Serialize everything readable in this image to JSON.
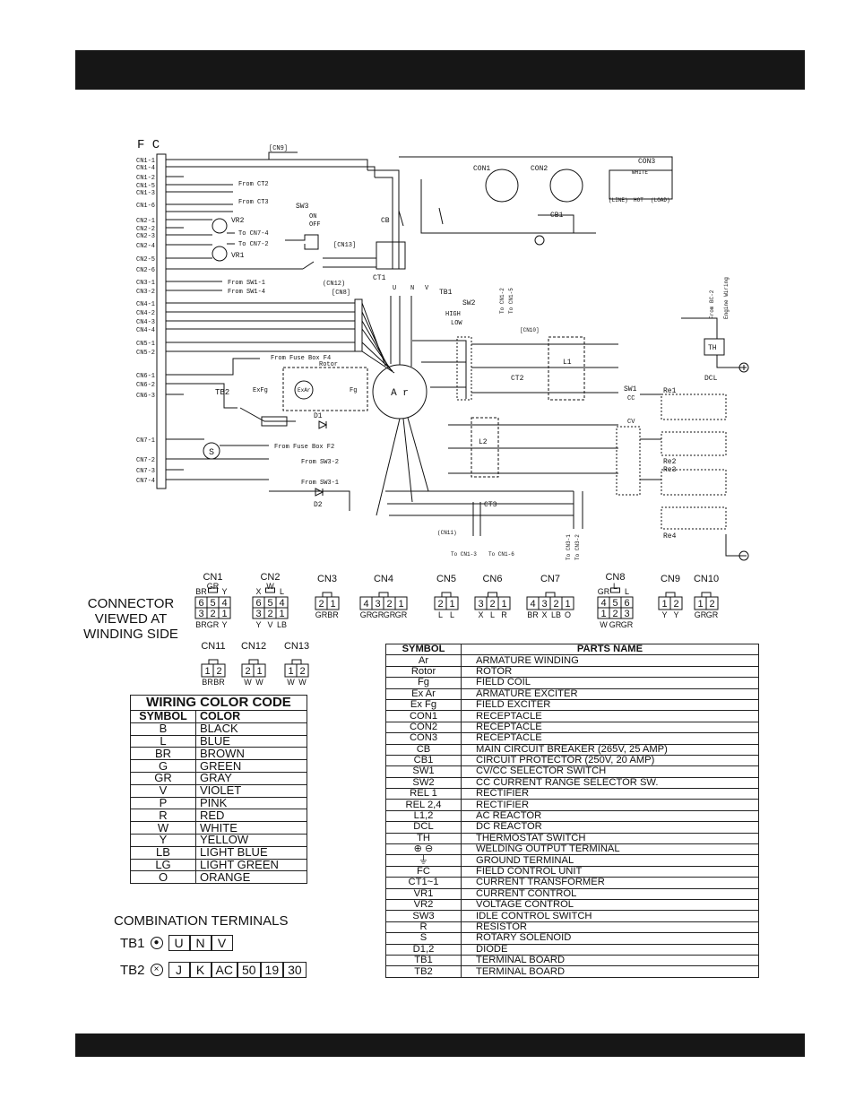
{
  "diagram": {
    "fc_label": "F C",
    "cn_left": [
      "CN1-1",
      "CN1-4",
      "CN1-2",
      "CN1-5",
      "CN1-3",
      "CN1-6",
      "CN2-1",
      "CN2-2",
      "CN2-3",
      "CN2-4",
      "CN2-5",
      "CN2-6",
      "CN3-1",
      "CN3-2",
      "CN4-1",
      "CN4-2",
      "CN4-3",
      "CN4-4",
      "CN5-1",
      "CN5-2",
      "CN6-1",
      "CN6-2",
      "CN6-3",
      "CN7-1",
      "CN7-2",
      "CN7-3",
      "CN7-4"
    ],
    "labels": {
      "cn9": "[CN9]",
      "from_ct2": "From CT2",
      "from_ct3": "From CT3",
      "vr2": "VR2",
      "vr1": "VR1",
      "to_cn7_4": "To CN7-4",
      "to_cn7_2": "To CN7-2",
      "sw3": "SW3",
      "on": "ON",
      "off": "OFF",
      "cn13": "[CN13]",
      "cn12": "(CN12)",
      "cn8": "[CN8]",
      "ct1": "CT1",
      "from_sw1_1": "From SW1-1",
      "from_sw1_4": "From SW1-4",
      "from_fuse_f4": "From Fuse Box F4",
      "rotor": "Rotor",
      "tb2": "TB2",
      "exfg": "ExFg",
      "exar": "ExAr",
      "fg": "Fg",
      "ar": "A r",
      "from_fuse_f2": "From Fuse Box F2",
      "from_sw3_2": "From SW3-2",
      "from_sw3_1": "From SW3-1",
      "d1": "D1",
      "d2": "D2",
      "con1": "CON1",
      "con2": "CON2",
      "con3": "CON3",
      "white": "WHITE",
      "line": "(LINE)",
      "hot": "HOT",
      "load": "(LOAD)",
      "cb": "CB",
      "cb1": "CB1",
      "tb1": "TB1",
      "sw2": "SW2",
      "high": "HIGH",
      "low": "LOW",
      "cn10": "[CN10]",
      "ct2": "CT2",
      "l1": "L1",
      "l2": "L2",
      "ct3": "CT3",
      "cn11": "(CN11)",
      "sw1": "SW1",
      "cc": "CC",
      "cv": "CV",
      "re1": "Re1",
      "re2": "Re2",
      "re3": "Re3",
      "re4": "Re4",
      "th": "TH",
      "dcl": "DCL",
      "from_bc2": "From BC-2",
      "engine_wiring": "Engine Wiring",
      "to_cn1_3": "To CN1-3",
      "to_cn1_6": "To CN1-6",
      "to_cn1_2": "To CN1-2",
      "to_cn1_5": "To CN1-5",
      "to_cn3_1": "To CN3-1",
      "to_cn3_2": "To CN3-2",
      "u": "U",
      "n": "N",
      "v": "V"
    }
  },
  "connectors": {
    "title": "CONNECTOR VIEWED AT WINDING SIDE",
    "items": [
      {
        "name": "CN1",
        "top": "GR",
        "row1": [
          "6",
          "5",
          "4"
        ],
        "row2": [
          "3",
          "2",
          "1"
        ],
        "above": [
          "BR",
          "",
          "Y"
        ],
        "below": [
          "BR",
          "GR",
          "Y"
        ]
      },
      {
        "name": "CN2",
        "top": "W",
        "row1": [
          "6",
          "5",
          "4"
        ],
        "row2": [
          "3",
          "2",
          "1"
        ],
        "above": [
          "X",
          "",
          "L"
        ],
        "below": [
          "Y",
          "V",
          "LB"
        ]
      },
      {
        "name": "CN3",
        "row": [
          "2",
          "1"
        ],
        "below": [
          "GR",
          "BR"
        ]
      },
      {
        "name": "CN4",
        "row": [
          "4",
          "3",
          "2",
          "1"
        ],
        "below": [
          "GR",
          "GR",
          "GR",
          "GR"
        ]
      },
      {
        "name": "CN5",
        "row": [
          "2",
          "1"
        ],
        "below": [
          "L",
          "L"
        ]
      },
      {
        "name": "CN6",
        "row": [
          "3",
          "2",
          "1"
        ],
        "below": [
          "X",
          "L",
          "R"
        ]
      },
      {
        "name": "CN7",
        "row": [
          "4",
          "3",
          "2",
          "1"
        ],
        "below": [
          "BR",
          "X",
          "LB",
          "O"
        ]
      },
      {
        "name": "CN8",
        "top": "L",
        "row1": [
          "4",
          "5",
          "6"
        ],
        "row2": [
          "1",
          "2",
          "3"
        ],
        "above": [
          "GR",
          "",
          "L"
        ],
        "below": [
          "W",
          "GR",
          "GR"
        ]
      },
      {
        "name": "CN9",
        "row": [
          "1",
          "2"
        ],
        "below": [
          "Y",
          "Y"
        ]
      },
      {
        "name": "CN10",
        "row": [
          "1",
          "2"
        ],
        "below": [
          "GR",
          "GR"
        ]
      },
      {
        "name": "CN11",
        "row": [
          "1",
          "2"
        ],
        "below": [
          "BR",
          "BR"
        ]
      },
      {
        "name": "CN12",
        "row": [
          "2",
          "1"
        ],
        "below": [
          "W",
          "W"
        ]
      },
      {
        "name": "CN13",
        "row": [
          "1",
          "2"
        ],
        "below": [
          "W",
          "W"
        ]
      }
    ]
  },
  "wiring_color_code": {
    "title": "WIRING COLOR CODE",
    "col_symbol": "SYMBOL",
    "col_color": "COLOR",
    "rows": [
      {
        "s": "B",
        "c": "BLACK"
      },
      {
        "s": "L",
        "c": "BLUE"
      },
      {
        "s": "BR",
        "c": "BROWN"
      },
      {
        "s": "G",
        "c": "GREEN"
      },
      {
        "s": "GR",
        "c": "GRAY"
      },
      {
        "s": "V",
        "c": "VIOLET"
      },
      {
        "s": "P",
        "c": "PINK"
      },
      {
        "s": "R",
        "c": "RED"
      },
      {
        "s": "W",
        "c": "WHITE"
      },
      {
        "s": "Y",
        "c": "YELLOW"
      },
      {
        "s": "LB",
        "c": "LIGHT BLUE"
      },
      {
        "s": "LG",
        "c": "LIGHT GREEN"
      },
      {
        "s": "O",
        "c": "ORANGE"
      }
    ]
  },
  "parts": {
    "col_symbol": "SYMBOL",
    "col_name": "PARTS NAME",
    "rows": [
      {
        "s": "Ar",
        "n": "ARMATURE WINDING"
      },
      {
        "s": "Rotor",
        "n": "ROTOR"
      },
      {
        "s": "Fg",
        "n": "FIELD COIL"
      },
      {
        "s": "Ex Ar",
        "n": "ARMATURE EXCITER"
      },
      {
        "s": "Ex Fg",
        "n": "FIELD EXCITER"
      },
      {
        "s": "CON1",
        "n": "RECEPTACLE"
      },
      {
        "s": "CON2",
        "n": "RECEPTACLE"
      },
      {
        "s": "CON3",
        "n": "RECEPTACLE"
      },
      {
        "s": "CB",
        "n": "MAIN CIRCUIT BREAKER (265V, 25 AMP)"
      },
      {
        "s": "CB1",
        "n": "CIRCUIT PROTECTOR (250V, 20 AMP)"
      },
      {
        "s": "SW1",
        "n": "CV/CC SELECTOR SWITCH"
      },
      {
        "s": "SW2",
        "n": "CC CURRENT RANGE SELECTOR SW."
      },
      {
        "s": "REL 1",
        "n": "RECTIFIER"
      },
      {
        "s": "REL 2,4",
        "n": "RECTIFIER"
      },
      {
        "s": "L1,2",
        "n": "AC REACTOR"
      },
      {
        "s": "DCL",
        "n": "DC REACTOR"
      },
      {
        "s": "TH",
        "n": "THERMOSTAT SWITCH"
      },
      {
        "s": "⊕ ⊖",
        "n": "WELDING OUTPUT TERMINAL"
      },
      {
        "s": "⏚",
        "n": "GROUND TERMINAL"
      },
      {
        "s": "FC",
        "n": "FIELD CONTROL UNIT"
      },
      {
        "s": "CT1~1",
        "n": "CURRENT TRANSFORMER"
      },
      {
        "s": "VR1",
        "n": "CURRENT CONTROL"
      },
      {
        "s": "VR2",
        "n": "VOLTAGE CONTROL"
      },
      {
        "s": "SW3",
        "n": "IDLE CONTROL SWITCH"
      },
      {
        "s": "R",
        "n": "RESISTOR"
      },
      {
        "s": "S",
        "n": "ROTARY SOLENOID"
      },
      {
        "s": "D1,2",
        "n": "DIODE"
      },
      {
        "s": "TB1",
        "n": "TERMINAL BOARD"
      },
      {
        "s": "TB2",
        "n": "TERMINAL BOARD"
      }
    ]
  },
  "combination": {
    "title": "COMBINATION TERMINALS",
    "tb1_label": "TB1",
    "tb1_cells": [
      "U",
      "N",
      "V"
    ],
    "tb2_label": "TB2",
    "tb2_cells": [
      "J",
      "K",
      "AC",
      "50",
      "19",
      "30"
    ]
  }
}
